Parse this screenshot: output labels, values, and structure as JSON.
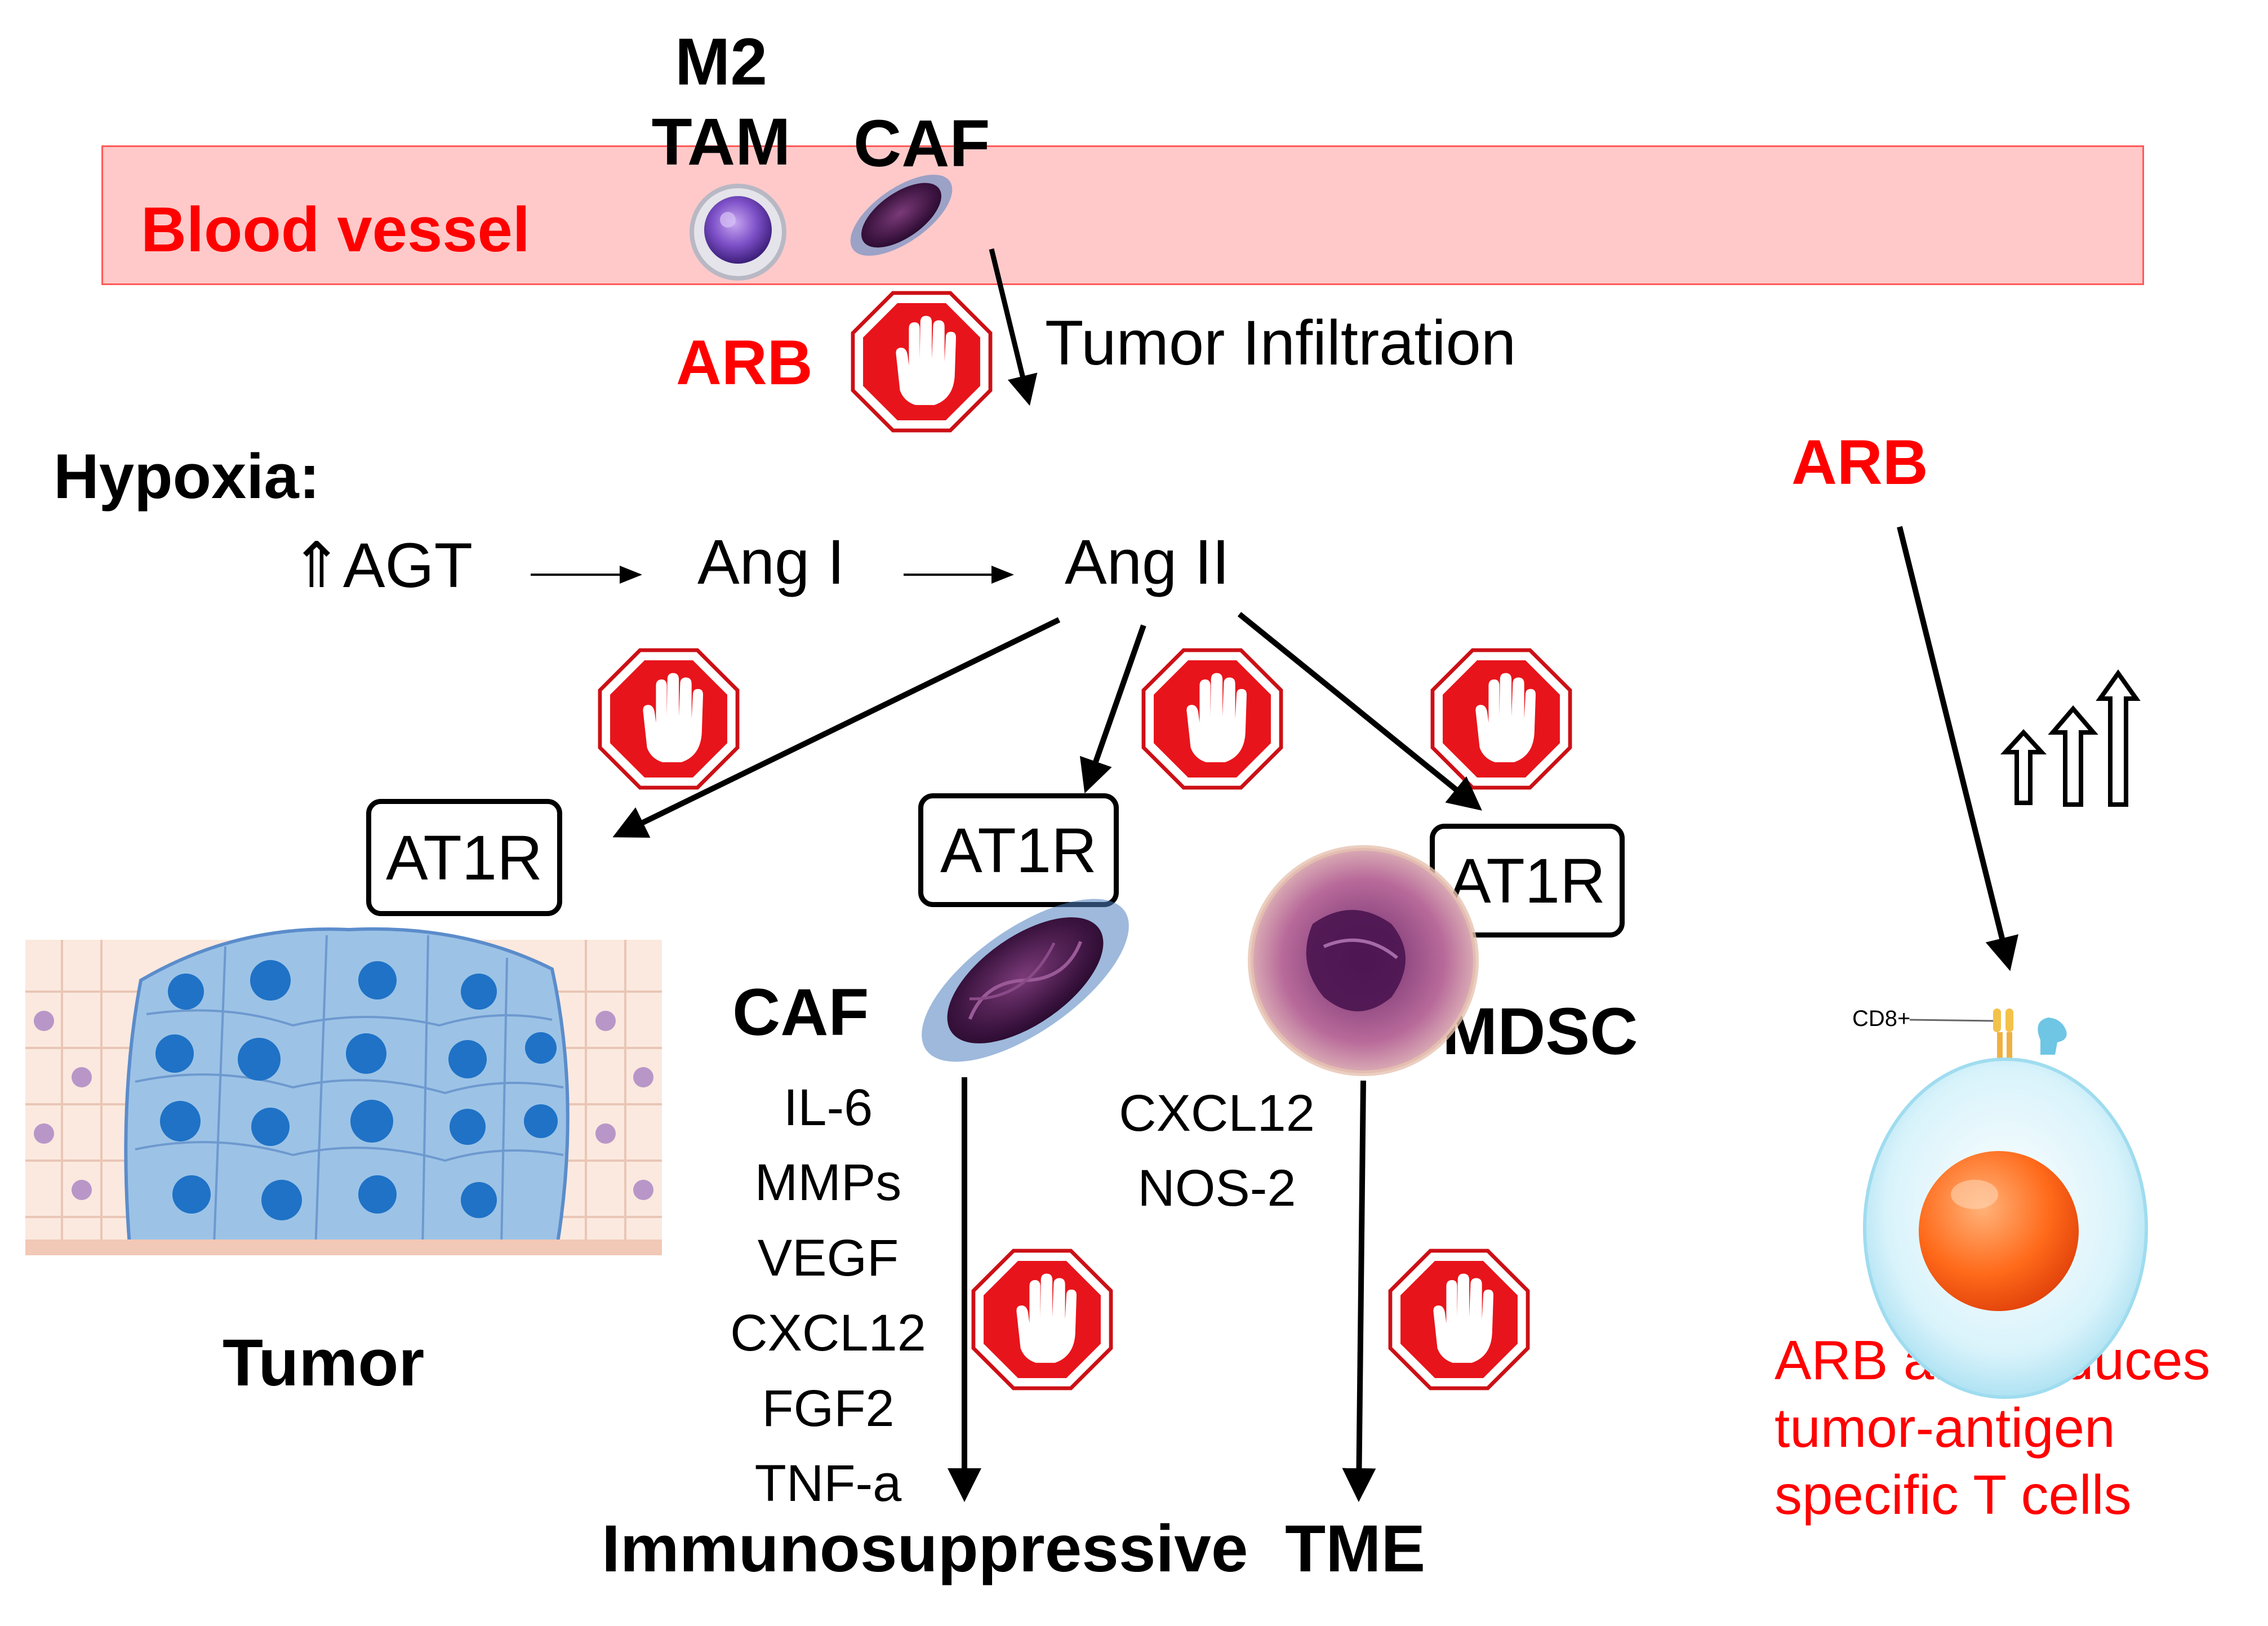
{
  "vessel": {
    "label": "Blood vessel"
  },
  "top_cells": {
    "tam_line1": "M2",
    "tam_line2": "TAM",
    "caf": "CAF"
  },
  "infiltration": {
    "arb": "ARB",
    "label": "Tumor Infiltration"
  },
  "hypoxia": {
    "heading": "Hypoxia:",
    "agt": "⇑AGT",
    "ang1": "Ang I",
    "ang2": "Ang II"
  },
  "receptors": {
    "tumor": "AT1R",
    "caf": "AT1R",
    "mdsc": "AT1R"
  },
  "tumor": {
    "label": "Tumor"
  },
  "caf": {
    "label": "CAF",
    "factors": [
      "IL-6",
      "MMPs",
      "VEGF",
      "CXCL12",
      "FGF2",
      "TNF-a"
    ]
  },
  "mdsc": {
    "label": "MDSC",
    "factors": [
      "CXCL12",
      "NOS-2"
    ]
  },
  "outcome": {
    "label": "Immunosuppressive  TME"
  },
  "right_panel": {
    "arb": "ARB",
    "cd8": "CD8+",
    "note": [
      "ARB also induces",
      "tumor-antigen",
      "specific T cells"
    ]
  },
  "colors": {
    "accent_red": "#ff0000",
    "vessel_fill": "#ffc9c9",
    "stop_sign": "#e8141b",
    "tumor_cell": "#9cc3e6"
  }
}
